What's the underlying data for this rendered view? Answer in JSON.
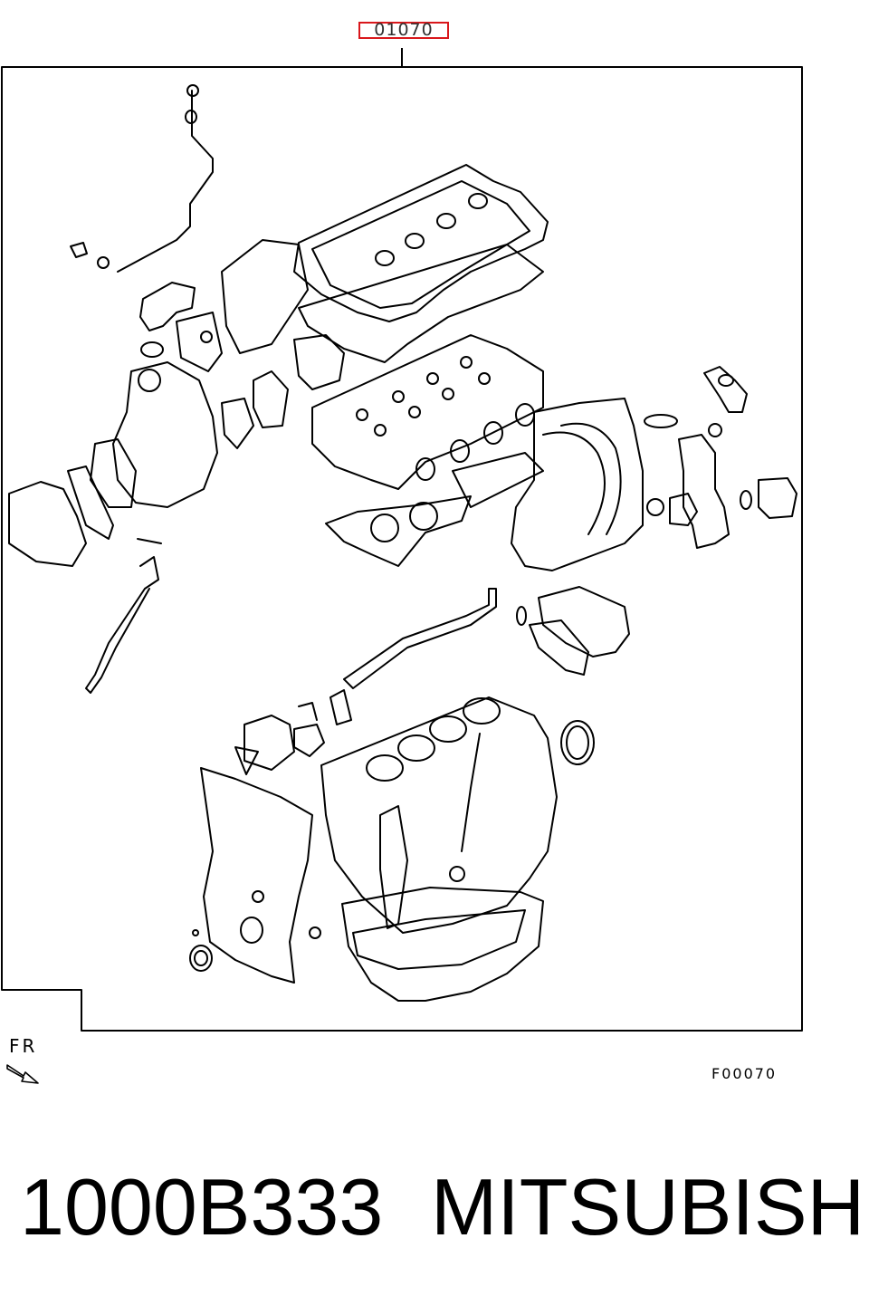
{
  "diagram": {
    "callout_number": "01070",
    "direction_label": "FR",
    "figure_code": "F00070"
  },
  "caption": {
    "part_number": "1000B333",
    "brand": "MITSUBISHI"
  },
  "colors": {
    "callout_border": "#d9171b",
    "line": "#000000",
    "background": "#ffffff"
  }
}
